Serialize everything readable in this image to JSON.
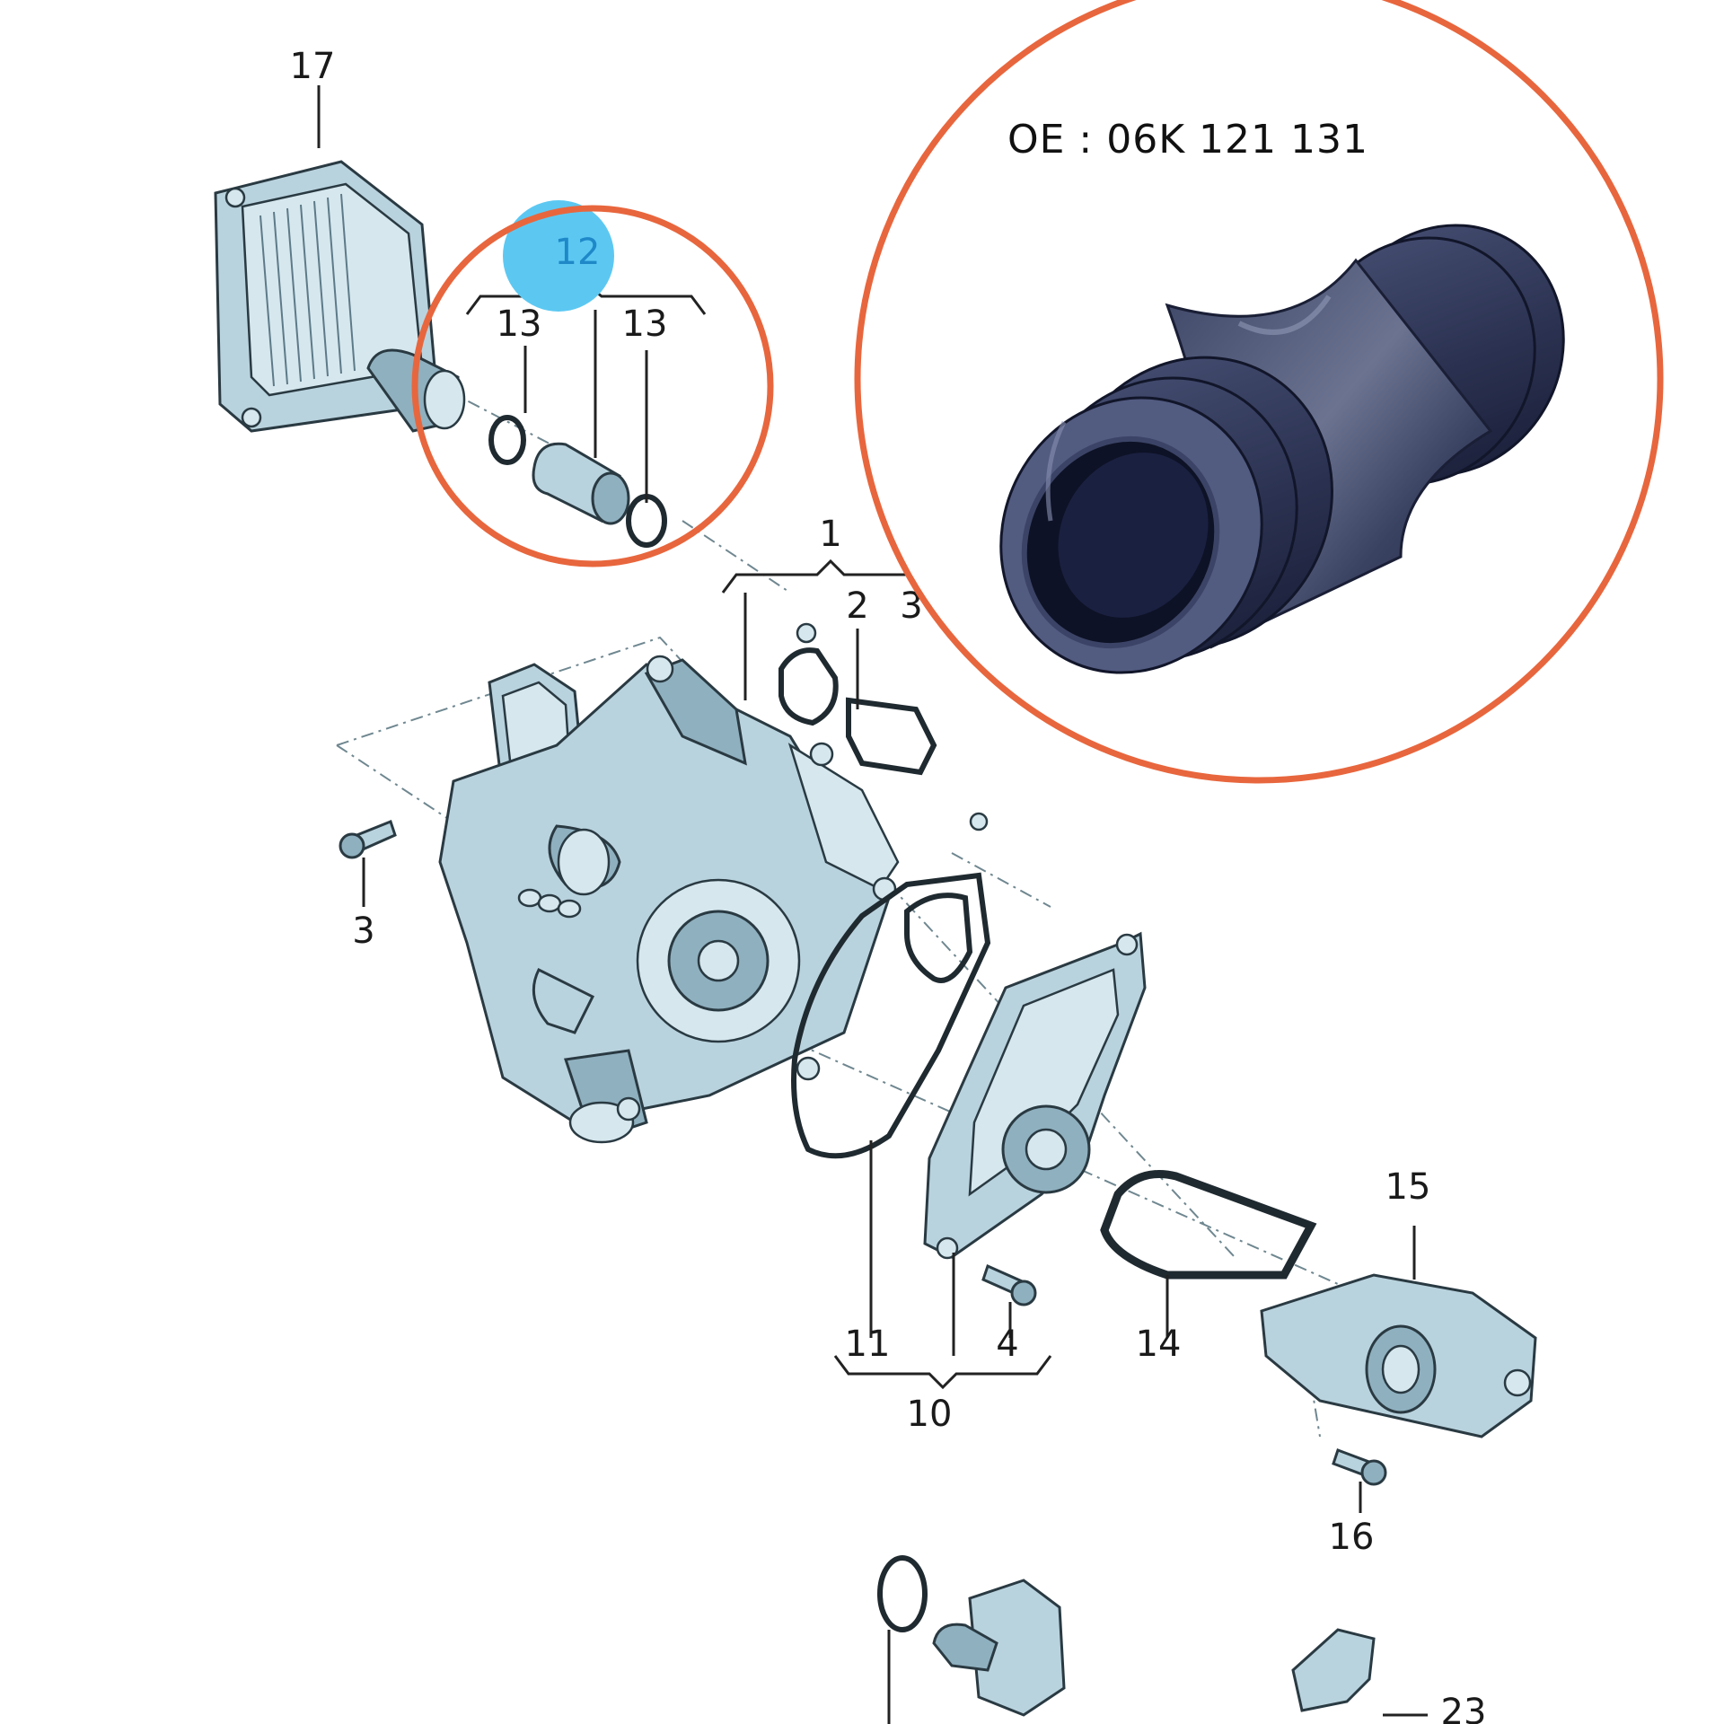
{
  "oe_number": "OE : 06K  121  131",
  "colors": {
    "highlight_circle": "#e8663d",
    "highlight_badge": "#5cc8f2",
    "part_fill": "#b9d3de",
    "product_rubber": "#2b3350"
  },
  "callouts": {
    "c17": "17",
    "c12": "12",
    "c13a": "13",
    "c13b": "13",
    "c1": "1",
    "c2": "2",
    "c3top": "3",
    "c3": "3",
    "c11": "11",
    "c4": "4",
    "c10": "10",
    "c14": "14",
    "c15": "15",
    "c16": "16",
    "c23": "23"
  }
}
